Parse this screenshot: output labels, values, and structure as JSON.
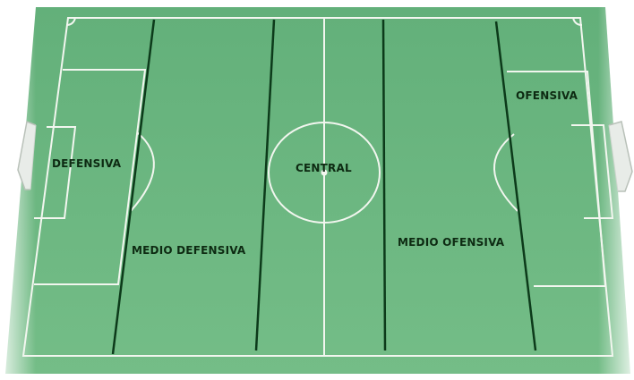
{
  "colors": {
    "grass": "#6db782",
    "grass_edge": "#8cc99e",
    "chalk": "#f4f7f2",
    "zone_divider": "#0c3a1a",
    "label": "#0d2a12",
    "goal_net": "#e8ece8"
  },
  "labels": {
    "defensiva": "DEFENSIVA",
    "medio_defensiva": "MEDIO DEFENSIVA",
    "central": "CENTRAL",
    "medio_ofensiva": "MEDIO OFENSIVA",
    "ofensiva": "OFENSIVA"
  }
}
